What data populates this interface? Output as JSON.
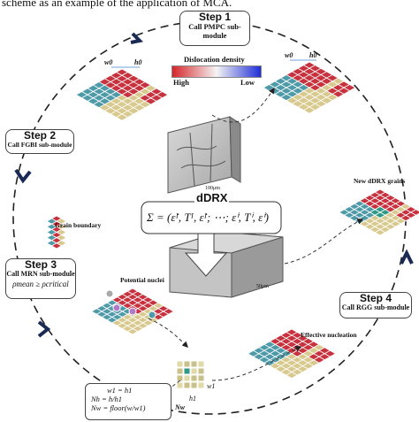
{
  "caption_top": "scheme as an example of the application of MCA.",
  "step1": {
    "title": "Step 1",
    "line1": "Call PMPC sub-",
    "line2": "module"
  },
  "step2": {
    "title": "Step 2",
    "line1": "Call FGBI sub-module"
  },
  "step3": {
    "title": "Step 3",
    "line1": "Call MRN sub-module",
    "formula": "ρmean ≥ ρcritical"
  },
  "step4": {
    "title": "Step 4",
    "line1": "Call RGG sub-module"
  },
  "legend": {
    "title": "Dislocation density",
    "high": "High",
    "low": "Low",
    "color_high": "#d6252a",
    "color_low": "#1f2fd6"
  },
  "center": {
    "title": "dDRX",
    "equation": "Σ = (ε̇ᴵ, Tᴵ, ε̇ᴵ; ⋯; ε̇ⁱ, Tⁱ, ε̇ⁱ)"
  },
  "scale_top": "100μm",
  "scale_bottom": "50μm",
  "labels": {
    "w0_left": "w0",
    "h0_left": "h0",
    "w0_right": "w0",
    "h0_right": "h0",
    "grain_boundary": "Grain boundary",
    "new_ddrx": "New dDRX grains",
    "potential_nuclei": "Potential nuclei",
    "effective_nucleation": "Effective nucleation",
    "w1": "w1",
    "h1": "h1",
    "nw": "Nw"
  },
  "formula_box": {
    "line1": "w1 = h1",
    "line2": "Nh = h/h1",
    "line3": "Nw = floor(w/w1)"
  },
  "colors": {
    "red": "#c8323e",
    "teal": "#4f9aa8",
    "tan": "#d8c98e",
    "green": "#2e9a85",
    "purple": "#b07ac8"
  }
}
